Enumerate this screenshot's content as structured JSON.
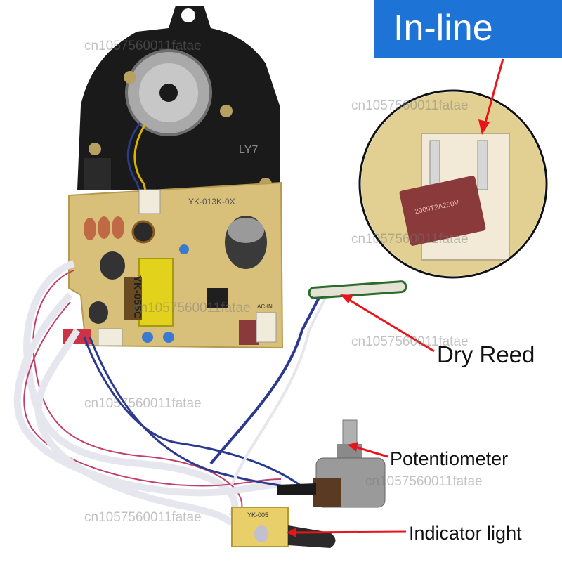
{
  "banner": {
    "text": "In-line",
    "color": "#1e73d6"
  },
  "labels": {
    "dry_reed": "Dry Reed",
    "potentiometer": "Potentiometer",
    "indicator_light": "Indicator light"
  },
  "watermark": "cn1057560011fatae",
  "board_markings": {
    "transformer": "YK-055C",
    "model": "YK-013K-0X",
    "shell": "LY7",
    "ac_in": "AC-IN",
    "fuse": "2009T2A250V",
    "indicator_board": "YK-005"
  },
  "colors": {
    "arrow": "#e8141c",
    "pcb": "#d8c07a",
    "shell": "#1a1a1a",
    "wire_pink": "#c0406a",
    "wire_blue": "#2b3a8f"
  }
}
